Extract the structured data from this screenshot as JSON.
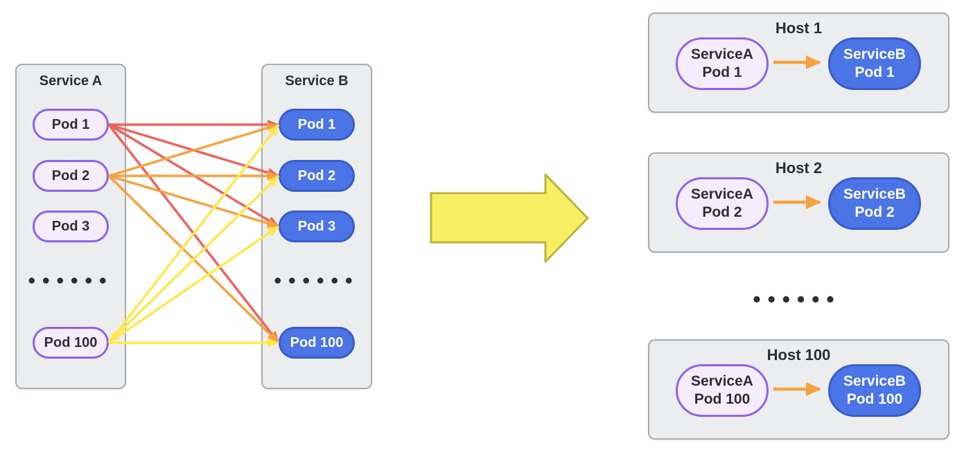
{
  "colors": {
    "red": "#ed635c",
    "orange": "#f6a23f",
    "yellow": "#ffe84d",
    "big_arrow_fill": "#f7ef63",
    "big_arrow_stroke": "#bdb23f",
    "purple_border": "#8f63e8",
    "purple_fill": "#f5ecfc",
    "blue_fill": "#4b74e6",
    "blue_border": "#3a5cc9",
    "box_bg": "#ecedef",
    "box_border": "#a9abae",
    "text_dark": "#2e2e33"
  },
  "dots": "••••••",
  "service_a": {
    "title": "Service A",
    "pods": [
      "Pod 1",
      "Pod 2",
      "Pod 3",
      "Pod 100"
    ]
  },
  "service_b": {
    "title": "Service B",
    "pods": [
      "Pod 1",
      "Pod 2",
      "Pod 3",
      "Pod 100"
    ]
  },
  "connections": [
    {
      "from": "a1",
      "to": "b1",
      "color": "red"
    },
    {
      "from": "a1",
      "to": "b2",
      "color": "red"
    },
    {
      "from": "a1",
      "to": "b3",
      "color": "red"
    },
    {
      "from": "a1",
      "to": "b100",
      "color": "red"
    },
    {
      "from": "a2",
      "to": "b1",
      "color": "orange"
    },
    {
      "from": "a2",
      "to": "b2",
      "color": "orange"
    },
    {
      "from": "a2",
      "to": "b3",
      "color": "orange"
    },
    {
      "from": "a2",
      "to": "b100",
      "color": "orange"
    },
    {
      "from": "a100",
      "to": "b1",
      "color": "yellow"
    },
    {
      "from": "a100",
      "to": "b3",
      "color": "yellow"
    },
    {
      "from": "a100",
      "to": "b100",
      "color": "yellow"
    },
    {
      "from": "a100",
      "to": "b2",
      "color": "yellow"
    },
    {
      "from": "b2",
      "to": "a100",
      "color": "yellow"
    }
  ],
  "hosts": [
    {
      "title": "Host 1",
      "a_line1": "ServiceA",
      "a_line2": "Pod 1",
      "b_line1": "ServiceB",
      "b_line2": "Pod 1"
    },
    {
      "title": "Host 2",
      "a_line1": "ServiceA",
      "a_line2": "Pod 2",
      "b_line1": "ServiceB",
      "b_line2": "Pod 2"
    },
    {
      "title": "Host 100",
      "a_line1": "ServiceA",
      "a_line2": "Pod 100",
      "b_line1": "ServiceB",
      "b_line2": "Pod 100"
    }
  ]
}
